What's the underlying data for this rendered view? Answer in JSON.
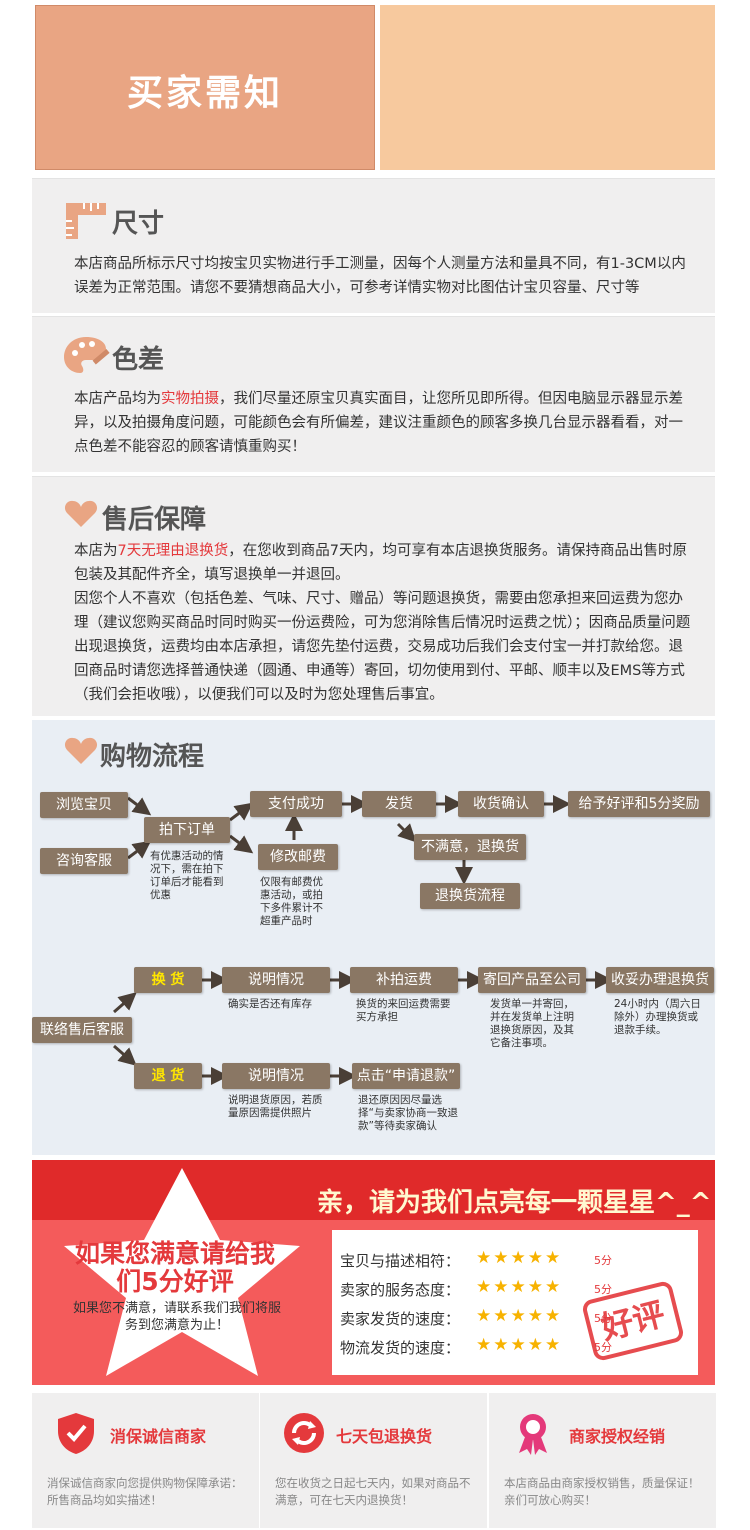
{
  "header": {
    "title": "买家需知"
  },
  "size": {
    "title": "尺寸",
    "text": "本店商品所标示尺寸均按宝贝实物进行手工测量，因每个人测量方法和量具不同，有1-3CM以内误差为正常范围。请您不要猜想商品大小，可参考详情实物对比图估计宝贝容量、尺寸等"
  },
  "color": {
    "title": "色差",
    "text_pre": "本店产品均为",
    "text_hl": "实物拍摄",
    "text_post": "，我们尽量还原宝贝真实面目，让您所见即所得。但因电脑显示器显示差异，以及拍摄角度问题，可能颜色会有所偏差，建议注重颜色的顾客多换几台显示器看看，对一点色差不能容忍的顾客请慎重购买！"
  },
  "after_sale": {
    "title": "售后保障",
    "p1_pre": "本店为",
    "p1_hl": "7天无理由退换货",
    "p1_post": "，在您收到商品7天内，均可享有本店退换货服务。请保持商品出售时原包装及其配件齐全，填写退换单一并退回。",
    "p2": "因您个人不喜欢（包括色差、气味、尺寸、赠品）等问题退换货，需要由您承担来回运费为您办理（建议您购买商品时同时购买一份运费险，可为您消除售后情况时运费之忧）；因商品质量问题出现退换货，运费均由本店承担，请您先垫付运费，交易成功后我们会支付宝一并打款给您。退回商品时请您选择普通快递（圆通、申通等）寄回，切勿使用到付、平邮、顺丰以及EMS等方式（我们会拒收哦），以便我们可以及时为您处理售后事宜。"
  },
  "process": {
    "title": "购物流程",
    "browse": "浏览宝贝",
    "consult": "咨询客服",
    "order": "拍下订单",
    "order_note": "有优惠活动的情况下，需在拍下订单后才能看到优惠",
    "pay": "支付成功",
    "modify_fee": "修改邮费",
    "modify_note": "仅限有邮费优惠活动，或拍下多件累计不超重产品时",
    "ship": "发货",
    "confirm": "收货确认",
    "review": "给予好评和5分奖励",
    "unsatisfied": "不满意，退换货",
    "return_flow": "退换货流程",
    "contact_service": "联络售后客服",
    "exchange": "换 货",
    "explain1": "说明情况",
    "explain1_note": "确实是否还有库存",
    "shipping_fee": "补拍运费",
    "shipping_fee_note": "换货的来回运费需要买方承担",
    "send_back": "寄回产品至公司",
    "send_back_note": "发货单一并寄回，并在发货单上注明退换货原因，及其它备注事项。",
    "receive": "收妥办理退换货",
    "receive_note": "24小时内（周六日除外）办理换货或退款手续。",
    "refund": "退 货",
    "explain2": "说明情况",
    "explain2_note": "说明退货原因，若质量原因需提供照片",
    "apply": "点击“申请退款”",
    "apply_note": "退还原因因尽量选择“与卖家协商一致退款”等待卖家确认"
  },
  "rating": {
    "banner": "亲，请为我们点亮每一颗星星^_^",
    "headline": "如果您满意请给我们5分好评",
    "sub": "如果您不满意，请联系我们我们将服务到您满意为止！",
    "rows": [
      {
        "label": "宝贝与描述相符：",
        "score": "5分"
      },
      {
        "label": "卖家的服务态度：",
        "score": "5分"
      },
      {
        "label": "卖家发货的速度：",
        "score": "5分"
      },
      {
        "label": "物流发货的速度：",
        "score": "5分"
      }
    ],
    "stamp": "好评",
    "star_color": "#f7b200"
  },
  "guarantee": [
    {
      "title": "消保诚信商家",
      "text": "消保诚信商家向您提供购物保障承诺：所售商品均如实描述！",
      "icon": "shield-icon"
    },
    {
      "title": "七天包退换货",
      "text": "您在收货之日起七天内，如果对商品不满意，可在七天内退换货！",
      "icon": "refresh-icon"
    },
    {
      "title": "商家授权经销",
      "text": "本店商品由商家授权销售，质量保证！亲们可放心购买！",
      "icon": "ribbon-icon"
    }
  ],
  "colors": {
    "accent": "#e4393c",
    "box": "#8a7764",
    "header_left": "#e9a583",
    "header_right": "#f7c99e"
  }
}
